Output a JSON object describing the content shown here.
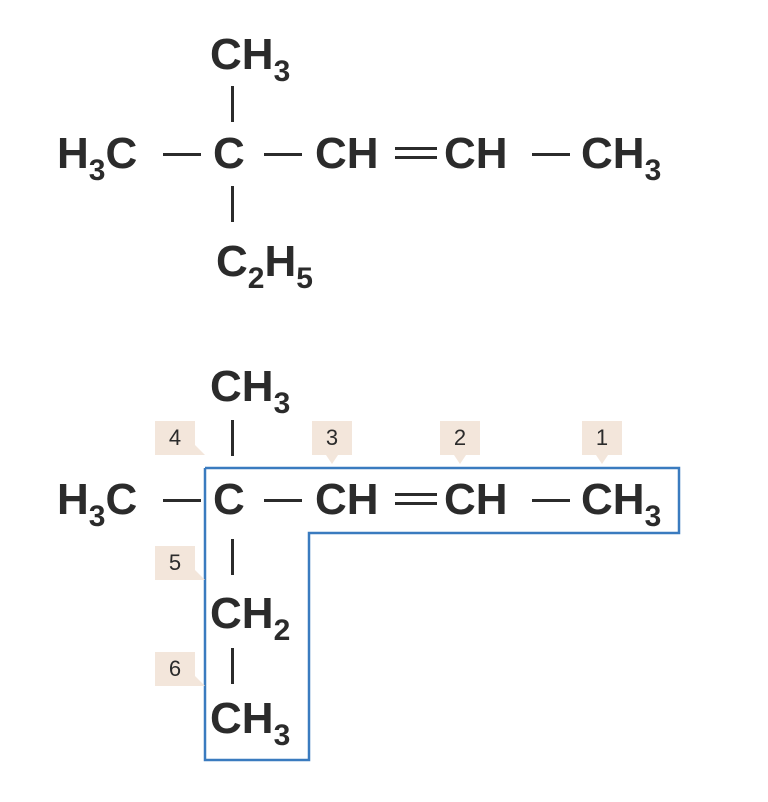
{
  "structure_1": {
    "top_methyl": {
      "main": "CH",
      "sub": "3"
    },
    "left_methyl": {
      "pre": "H",
      "sub": "3",
      "post": "C"
    },
    "quaternary_c": "C",
    "ch_a": "CH",
    "ch_b": "CH",
    "right_methyl": {
      "main": "CH",
      "sub": "3"
    },
    "ethyl": {
      "c": "C",
      "csub": "2",
      "h": "H",
      "hsub": "5"
    }
  },
  "structure_2": {
    "top_methyl": {
      "main": "CH",
      "sub": "3"
    },
    "left_methyl": {
      "pre": "H",
      "sub": "3",
      "post": "C"
    },
    "c4": "C",
    "c3": "CH",
    "c2": "CH",
    "c1": {
      "main": "CH",
      "sub": "3"
    },
    "c5": {
      "main": "CH",
      "sub": "2"
    },
    "c6": {
      "main": "CH",
      "sub": "3"
    },
    "numbers": [
      "1",
      "2",
      "3",
      "4",
      "5",
      "6"
    ]
  },
  "colors": {
    "ink": "#2b2b2b",
    "highlight_box": "#3a7bbf",
    "number_tag": "#f3e6db"
  }
}
